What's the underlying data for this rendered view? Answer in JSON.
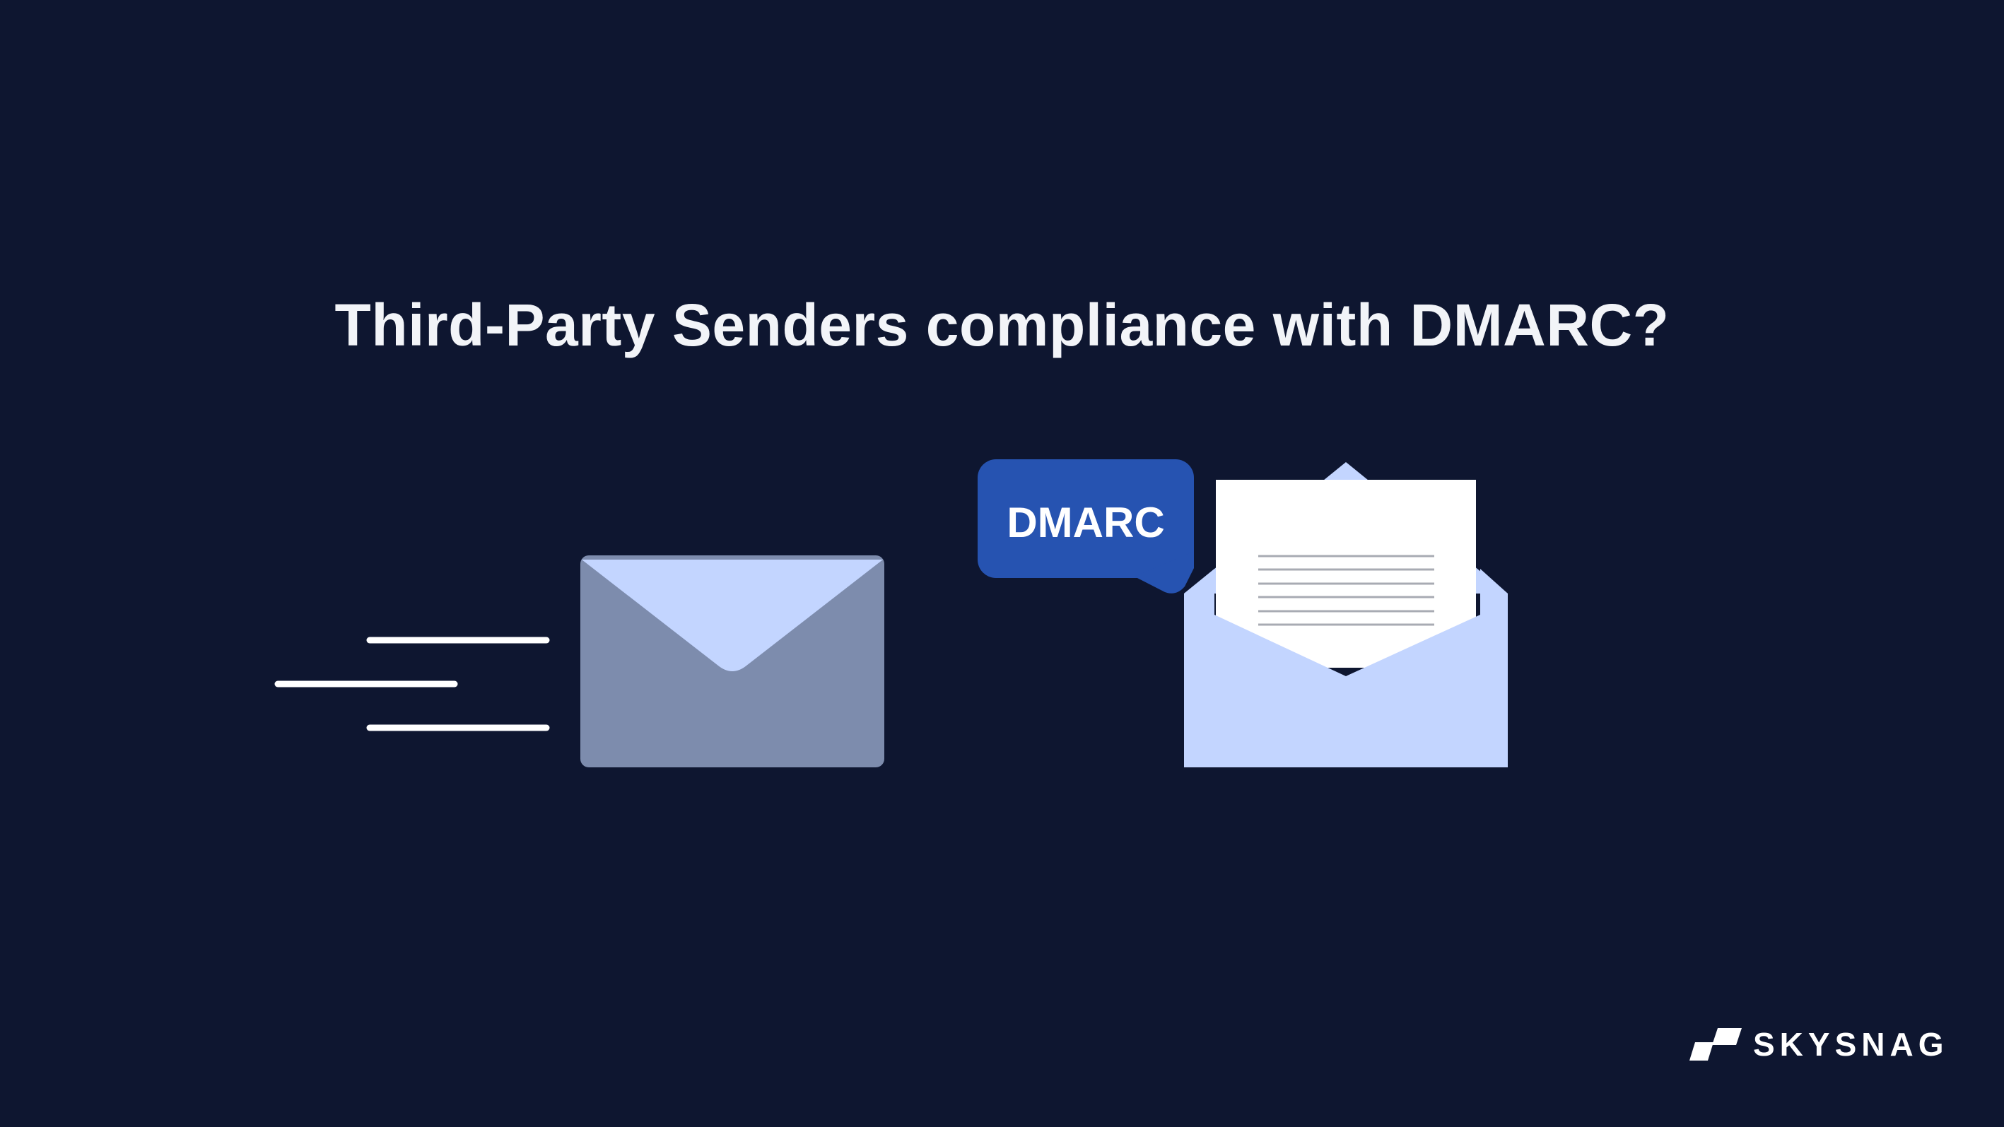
{
  "headline": "Third-Party Senders compliance with DMARC?",
  "badge": {
    "label": "DMARC",
    "color": "#2653b1"
  },
  "brand": {
    "name": "SKYSNAG",
    "icon": "skysnag-logo-icon"
  },
  "colors": {
    "background": "#0e1630",
    "closed_envelope": "#7d8cad",
    "envelope_flap": "#c3d5ff",
    "open_envelope": "#c3d5ff",
    "letter": "#ffffff",
    "speed_lines": "#ffffff"
  },
  "illustrations": [
    "speed-lines",
    "closed-envelope-icon",
    "open-envelope-icon",
    "letter-icon"
  ]
}
